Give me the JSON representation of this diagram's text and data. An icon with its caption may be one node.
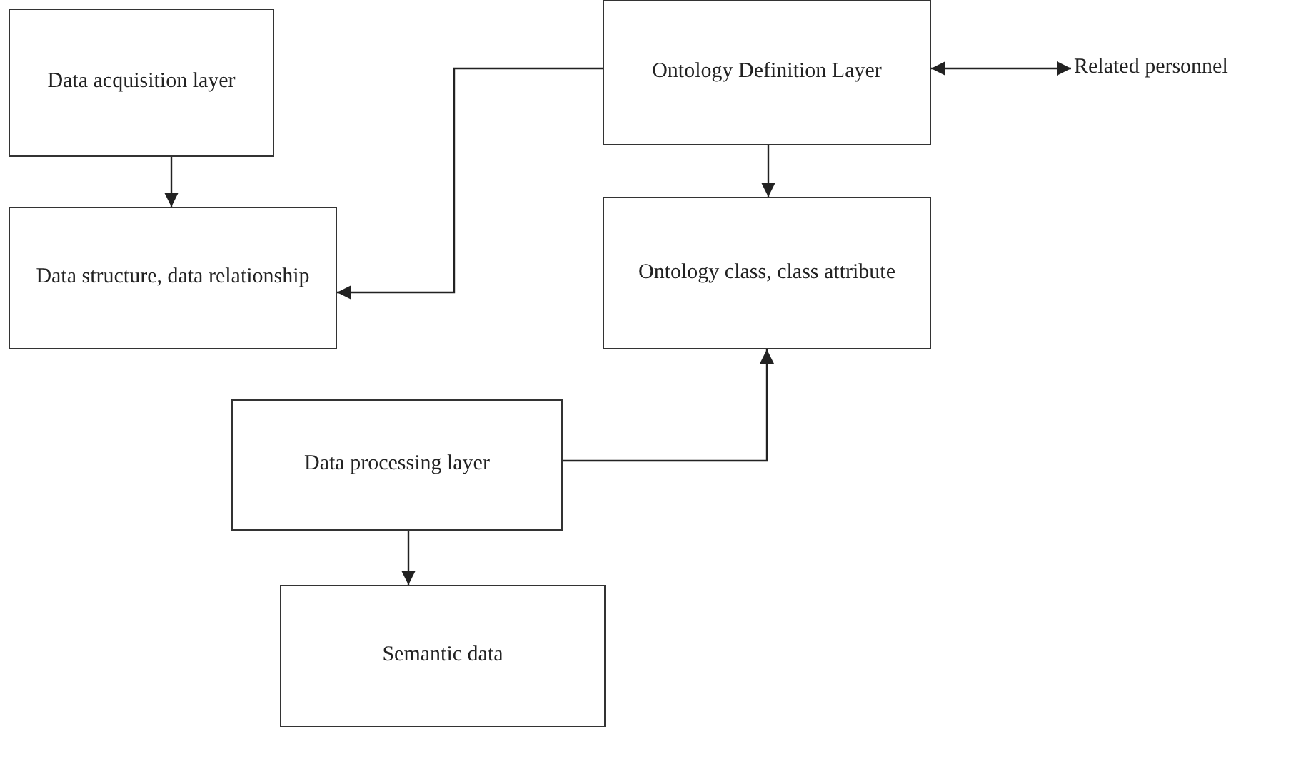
{
  "diagram": {
    "nodes": [
      {
        "text": [
          "Data acquisition layer"
        ]
      },
      {
        "text": [
          "Data structure, data relationship"
        ]
      },
      {
        "text": [
          "Ontology Definition Layer"
        ]
      },
      {
        "text": [
          "Related personnel"
        ]
      },
      {
        "text": [
          "Ontology class, class attribute"
        ]
      },
      {
        "text": [
          "Data processing layer"
        ]
      },
      {
        "text": [
          "Semantic data"
        ]
      }
    ],
    "edges": [
      {
        "from": 0,
        "to": 1,
        "arrow": "to"
      },
      {
        "from": 2,
        "to": 1,
        "arrow": "to"
      },
      {
        "from": 2,
        "to": 4,
        "arrow": "to"
      },
      {
        "from": 2,
        "to": 3,
        "arrow": "both"
      },
      {
        "from": 5,
        "to": 4,
        "arrow": "to"
      },
      {
        "from": 5,
        "to": 6,
        "arrow": "to"
      }
    ]
  }
}
